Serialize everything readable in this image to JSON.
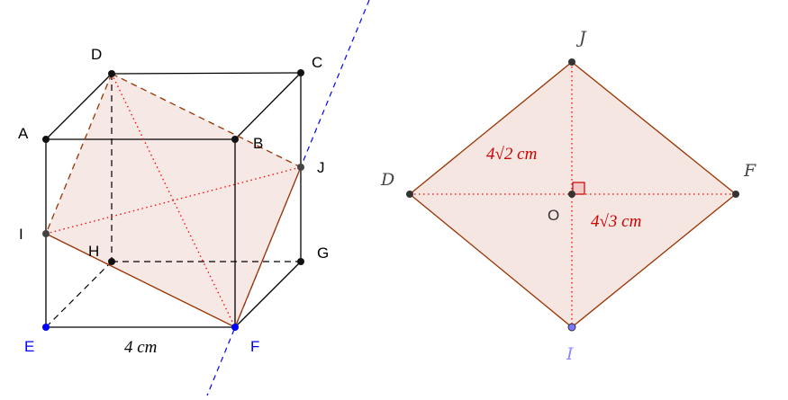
{
  "cube": {
    "labels": {
      "A": "A",
      "B": "B",
      "C": "C",
      "D": "D",
      "E": "E",
      "F": "F",
      "G": "G",
      "H": "H",
      "I": "I",
      "J": "J"
    },
    "edge_length": "4 cm"
  },
  "rhombus": {
    "labels": {
      "J": "J",
      "D": "D",
      "F": "F",
      "I": "I",
      "O": "O"
    },
    "half_diagonal_vertical": "4√2 cm",
    "half_diagonal_horizontal": "4√3 cm"
  },
  "colors": {
    "fill": "#f5e6e2",
    "edge": "#993300",
    "diag": "#ff0000",
    "line": "#0000ff",
    "point": "#333333",
    "blue_point": "#0000ff",
    "light_point": "#7777ff"
  }
}
